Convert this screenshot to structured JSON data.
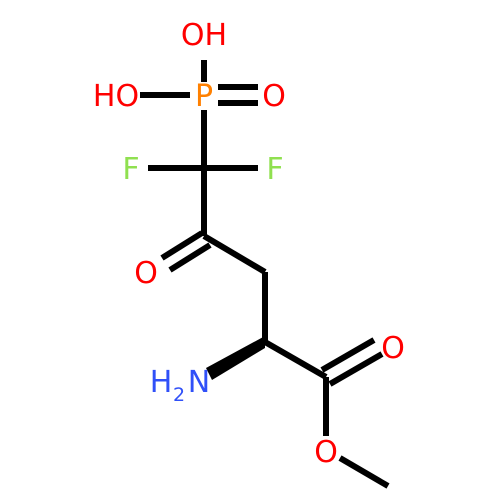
{
  "colors": {
    "bond": "#000000",
    "oxygen": "#ff0000",
    "phosphorus": "#ff8000",
    "fluorine": "#90e050",
    "nitrogen": "#3050f8"
  },
  "atoms": {
    "oh_top": "OH",
    "ho_left": "HO",
    "o_phosphoryl": "O",
    "p": "P",
    "f_left": "F",
    "f_right": "F",
    "o_ketone": "O",
    "n_main": "H",
    "n_sub": "2",
    "n_end": "N",
    "o_ester_carbonyl": "O",
    "o_ester": "O"
  }
}
